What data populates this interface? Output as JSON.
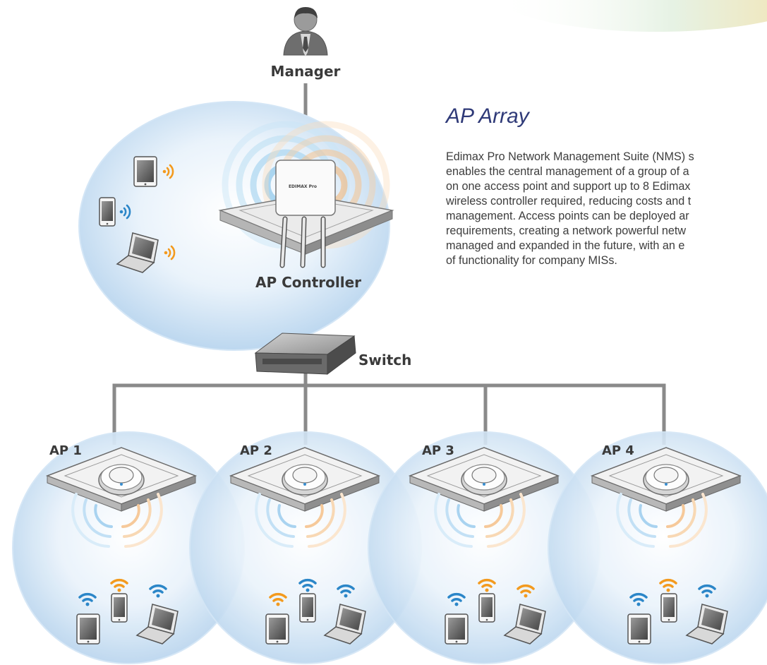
{
  "labels": {
    "manager": "Manager",
    "ap_controller": "AP Controller",
    "switch": "Switch",
    "ap1": "AP 1",
    "ap2": "AP 2",
    "ap3": "AP 3",
    "ap4": "AP 4",
    "device_logo": "EDIMAX Pro"
  },
  "article": {
    "title": "AP Array",
    "lines": [
      "Edimax Pro Network Management Suite (NMS) s",
      "enables the central management of a group of a",
      "on one access point and support up to 8 Edimax",
      "wireless controller required, reducing costs and t",
      "management. Access points can be deployed ar",
      "requirements, creating a network powerful netw",
      "managed and expanded in the future, with an e",
      "of functionality for company MISs."
    ]
  },
  "colors": {
    "wifi_blue": "#2b86c8",
    "wifi_orange": "#f39a1e",
    "title_navy": "#2f3a78",
    "cable_gray": "#8a8a8a",
    "bubble_blue": "#cfe2f3"
  }
}
